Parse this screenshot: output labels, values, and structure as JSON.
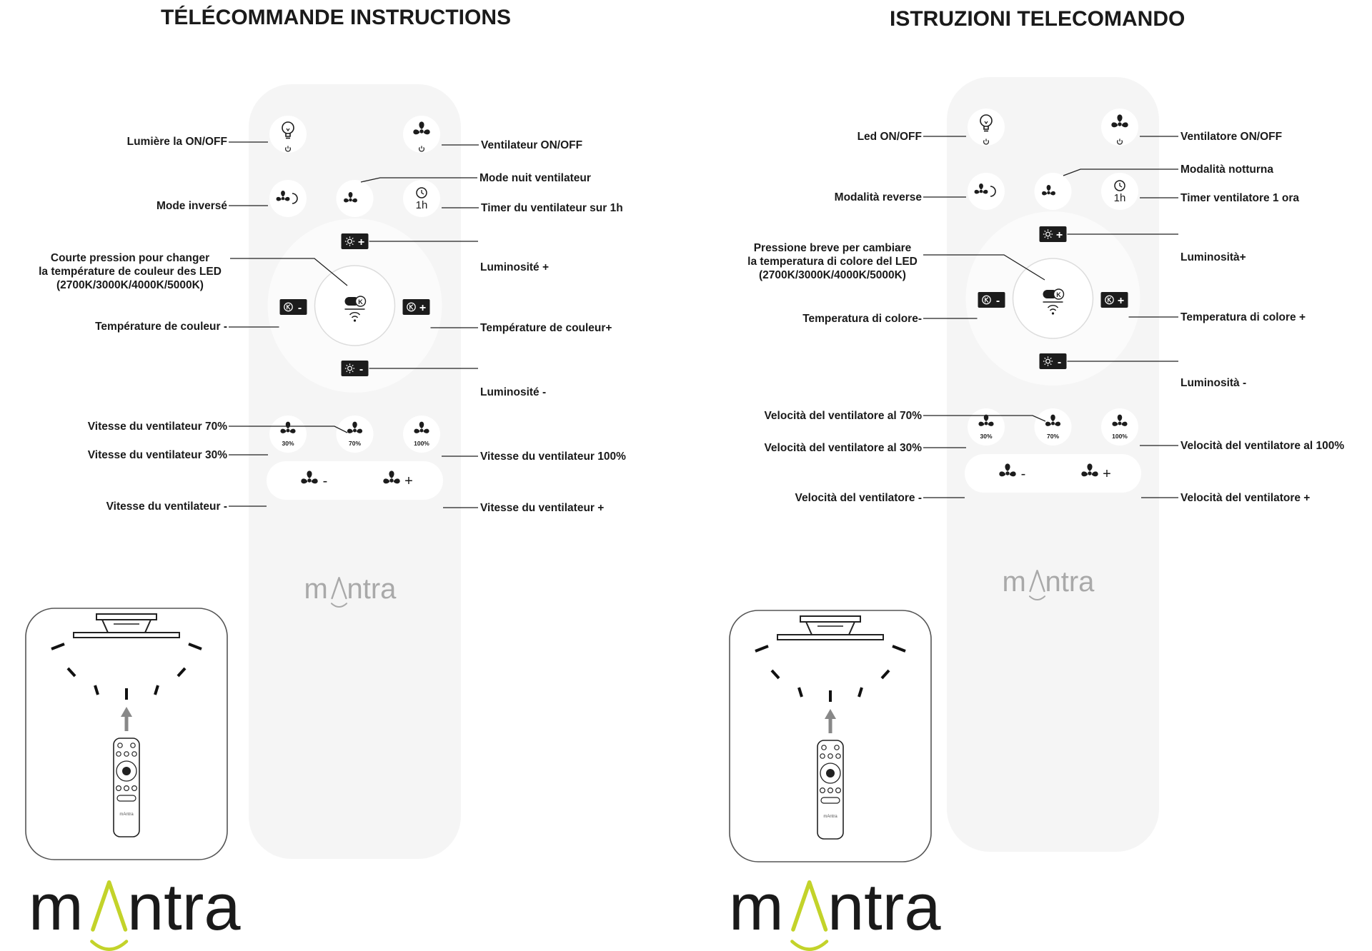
{
  "colors": {
    "accent": "#c3d32a",
    "remote_body": "#f5f5f5",
    "dark_button": "#1c1c1c",
    "line": "#222222",
    "brand_text": "#1a1a1a"
  },
  "brand": {
    "name_start": "m",
    "name_end": "ntra",
    "remote_logo": "mAntra",
    "mini_remote_logo": "mAntra"
  },
  "fr": {
    "heading": "TÉLÉCOMMANDE INSTRUCTIONS",
    "light_onoff": "Lumière la ON/OFF",
    "fan_onoff": "Ventilateur  ON/OFF",
    "night_mode": "Mode nuit ventilateur",
    "reverse_mode": "Mode inversé",
    "timer": "Timer du ventilateur sur 1h",
    "short_press": [
      "Courte pression pour changer",
      "la température de couleur des LED",
      "(2700K/3000K/4000K/5000K)"
    ],
    "brightness_plus": "Luminosité +",
    "color_temp_minus": "Température de couleur  -",
    "color_temp_plus": "Température de couleur+",
    "brightness_minus": "Luminosité -",
    "speed_70": "Vitesse du ventilateur 70%",
    "speed_30": "Vitesse du ventilateur 30%",
    "speed_100": "Vitesse du ventilateur 100%",
    "speed_minus": "Vitesse du ventilateur -",
    "speed_plus": "Vitesse du ventilateur +"
  },
  "it": {
    "heading": "ISTRUZIONI TELECOMANDO",
    "light_onoff": "Led ON/OFF",
    "fan_onoff": "Ventilatore ON/OFF",
    "night_mode": "Modalità notturna",
    "reverse_mode": "Modalità reverse",
    "timer": "Timer ventilatore 1 ora",
    "short_press": [
      "Pressione breve per cambiare",
      "la temperatura di colore del LED",
      "(2700K/3000K/4000K/5000K)"
    ],
    "brightness_plus": "Luminosità+",
    "color_temp_minus": "Temperatura di colore-",
    "color_temp_plus": "Temperatura di colore +",
    "brightness_minus": "Luminosità -",
    "speed_70": "Velocità del ventilatore al 70%",
    "speed_30": "Velocità del ventilatore al 30%",
    "speed_100": "Velocità del ventilatore al 100%",
    "speed_minus": "Velocità del ventilatore -",
    "speed_plus": "Velocità del ventilatore +"
  },
  "remote_buttons": {
    "timer_text": "1h",
    "speed_30": "30%",
    "speed_70": "70%",
    "speed_100": "100%",
    "minus": "-",
    "plus": "+",
    "k_letter": "K"
  }
}
